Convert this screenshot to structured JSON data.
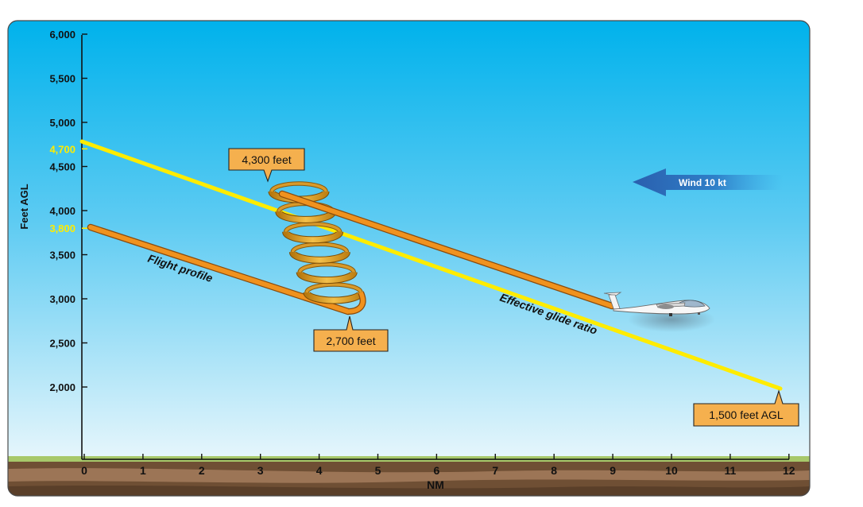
{
  "diagram": {
    "y_axis": {
      "label": "Feet AGL",
      "ticks": [
        "2,000",
        "2,500",
        "3,000",
        "3,500",
        "4,000",
        "4,500",
        "5,000",
        "5,500",
        "6,000"
      ],
      "highlight_ticks": [
        "3,800",
        "4,700"
      ]
    },
    "x_axis": {
      "label": "NM",
      "ticks": [
        "0",
        "1",
        "2",
        "3",
        "4",
        "5",
        "6",
        "7",
        "8",
        "9",
        "10",
        "11",
        "12"
      ]
    },
    "wind": {
      "label": "Wind 10 kt"
    },
    "callouts": {
      "top_of_climb": "4,300 feet",
      "bottom_of_climb": "2,700 feet",
      "final": "1,500 feet AGL"
    },
    "line_labels": {
      "flight_profile": "Flight profile",
      "effective_glide": "Effective glide ratio"
    },
    "colors": {
      "sky_top": "#00b2ec",
      "sky_bottom": "#e9f6fc",
      "glide_line": "#ffec00",
      "flight_path": "#f0921e",
      "callout_fill": "#f5b04e",
      "wind_arrow": "#2f6db5",
      "highlight_tick": "#ffec00"
    }
  }
}
